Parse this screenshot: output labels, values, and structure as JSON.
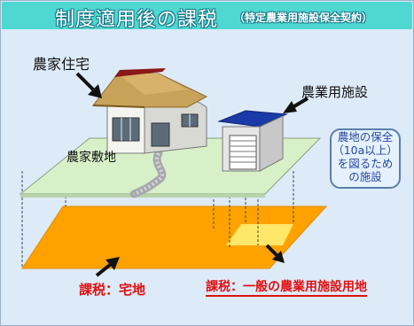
{
  "title": {
    "main": "制度適用後の課税",
    "sub": "（特定農業用施設保全契約）"
  },
  "labels": {
    "farmhouse": "農家住宅",
    "facility": "農業用施設",
    "farm_site": "農家敷地",
    "tax_residential": "課税：宅地",
    "tax_facility_land": "課税：一般の農業用施設用地"
  },
  "note": {
    "lines": [
      "農地の保全",
      "（10a以上）",
      "を図るため",
      "の施設"
    ]
  },
  "colors": {
    "header_bg": "#4fd8d2",
    "background": "#ddeaf8",
    "platform": "#d8f0c8",
    "land_orange": "#ffa200",
    "land_highlight": "#ffe76a",
    "tax_text": "#e01010",
    "note_text": "#2448a0"
  }
}
